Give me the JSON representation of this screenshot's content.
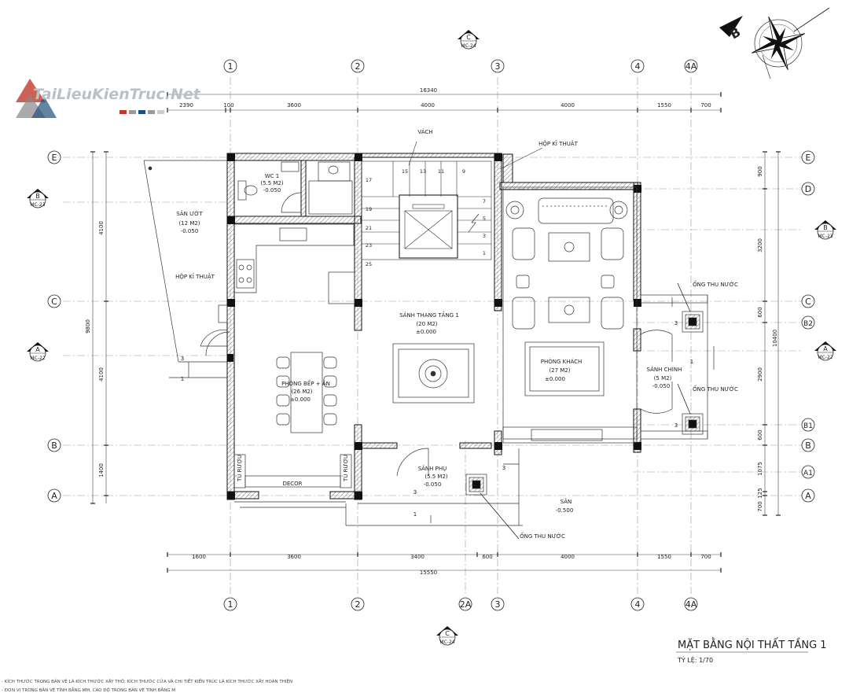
{
  "logo": {
    "text": "TaiLieuKienTruc.Net"
  },
  "compass": {
    "letter": "B"
  },
  "grid_cols_top": [
    "1",
    "2",
    "3",
    "4",
    "4A"
  ],
  "grid_cols_bottom": [
    "1",
    "2",
    "2A",
    "3",
    "4",
    "4A"
  ],
  "grid_rows_left": [
    "E",
    "C",
    "B",
    "A"
  ],
  "grid_rows_right": [
    "E",
    "D",
    "C",
    "B2",
    "B1",
    "B",
    "A1",
    "A"
  ],
  "section_marks": {
    "top": {
      "letter": "C",
      "sheet": "MC-24"
    },
    "bottom": {
      "letter": "C",
      "sheet": "MC-24"
    },
    "left_upper": {
      "letter": "B",
      "sheet": "MC-23"
    },
    "left_lower": {
      "letter": "A",
      "sheet": "MC-22"
    },
    "right_upper": {
      "letter": "B",
      "sheet": "MC-23"
    },
    "right_lower": {
      "letter": "A",
      "sheet": "MC-22"
    }
  },
  "dims_top_total": "16340",
  "dims_top": [
    "2390",
    "100",
    "3600",
    "4000",
    "4000",
    "1550",
    "700"
  ],
  "dims_bottom": [
    "1600",
    "3600",
    "3400",
    "600",
    "4000",
    "1550",
    "700"
  ],
  "dims_bottom_total": "15550",
  "dims_left_total": "9800",
  "dims_left": [
    "4100",
    "4100",
    "1400"
  ],
  "dims_right_total": "10400",
  "dims_right": [
    "900",
    "3200",
    "600",
    "2900",
    "600",
    "1075",
    "125",
    "700"
  ],
  "rooms": {
    "wc": {
      "name": "WC 1",
      "area": "(5.5 M2)",
      "level": "-0.050"
    },
    "san_uot": {
      "name": "SÂN ƯỚT",
      "area": "(12 M2)",
      "level": "-0.050"
    },
    "hop_ki_thuat_left": "HỘP KĨ THUẬT",
    "hop_ki_thuat_top": "HỘP KĨ THUẬT",
    "vach": "VÁCH",
    "kitchen": {
      "name": "PHÒNG BẾP + ĂN",
      "area": "(26 M2)",
      "level": "±0.000"
    },
    "hall": {
      "name": "SẢNH THANG TẦNG 1",
      "area": "(20 M2)",
      "level": "±0.000"
    },
    "living": {
      "name": "PHÒNG KHÁCH",
      "area": "(27 M2)",
      "level": "±0.000"
    },
    "main_hall": {
      "name": "SẢNH CHÍNH",
      "area": "(5 M2)",
      "level": "-0.050"
    },
    "side_hall": {
      "name": "SẢNH PHỤ",
      "area": "(5.5 M2)",
      "level": "-0.050"
    },
    "yard": {
      "name": "SÂN",
      "level": "-0.500"
    },
    "tu_ruou_left": "TỦ RƯỢU",
    "tu_ruou_right": "TỦ RƯỢU",
    "decor": "DECOR",
    "ong_thu_nuoc_1": "ỐNG THU NƯỚC",
    "ong_thu_nuoc_2": "ỐNG THU NƯỚC",
    "ong_thu_nuoc_3": "ỐNG THU NƯỚC"
  },
  "stairs": [
    "15",
    "13",
    "11",
    "9",
    "17",
    "19",
    "21",
    "23",
    "25",
    "7",
    "5",
    "3",
    "1"
  ],
  "step_labels": [
    "3",
    "1",
    "3",
    "3",
    "3",
    "1",
    "3",
    "1"
  ],
  "title": {
    "main": "MẶT BẰNG NỘI THẤT TẦNG 1",
    "scale": "TỶ LỆ: 1/70"
  },
  "notes": [
    "- KÍCH THƯỚC TRONG BẢN VẼ LÀ KÍCH THƯỚC XÂY THÔ; KÍCH THƯỚC CỬA VÀ CHI TIẾT KIẾN TRÚC LÀ KÍCH THƯỚC XÂY HOÀN THIỆN",
    "- ĐƠN VỊ TRONG BẢN VẼ TÍNH BẰNG MM, CAO ĐỘ TRONG BẢN VẼ TÍNH BẰNG M"
  ]
}
